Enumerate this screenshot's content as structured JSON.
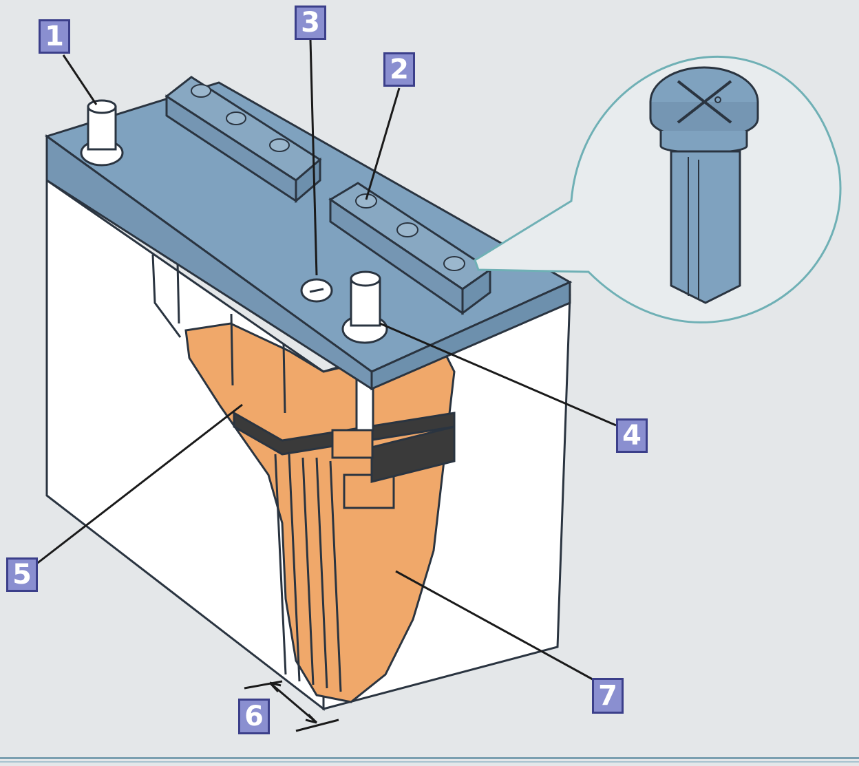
{
  "labels": [
    {
      "id": "1",
      "text": "1"
    },
    {
      "id": "2",
      "text": "2"
    },
    {
      "id": "3",
      "text": "3"
    },
    {
      "id": "4",
      "text": "4"
    },
    {
      "id": "5",
      "text": "5"
    },
    {
      "id": "6",
      "text": "6"
    },
    {
      "id": "7",
      "text": "7"
    }
  ],
  "colors": {
    "background": "#e4e7e9",
    "lid": "#7fa2bf",
    "case": "#ffffff",
    "electrolyte": "#f0a86a",
    "label_fill": "#8a8fd0",
    "label_border": "#3b3f8a",
    "outline": "#2a3440"
  }
}
